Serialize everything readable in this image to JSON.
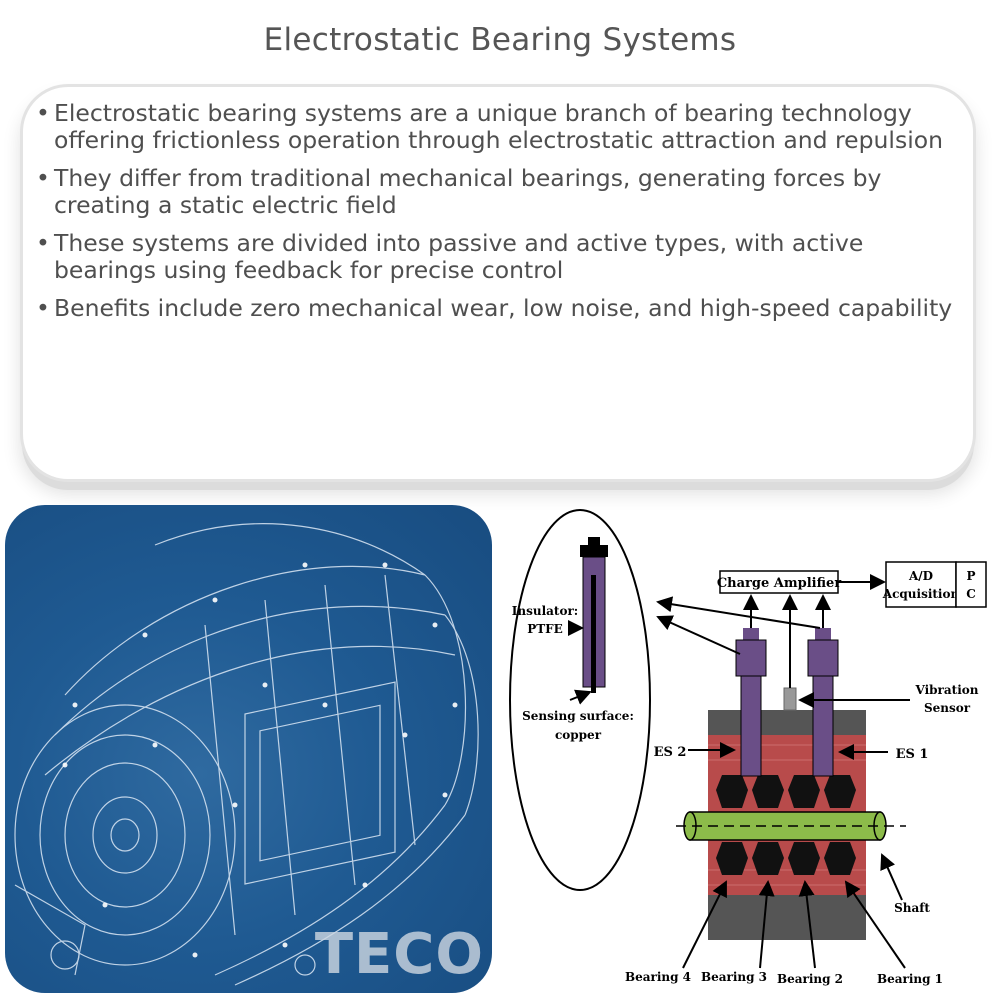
{
  "title": "Electrostatic Bearing Systems",
  "bullets": [
    "Electrostatic bearing systems are a unique branch of bearing technology offering frictionless operation through electrostatic attraction and repulsion",
    "They differ from traditional mechanical bearings, generating forces by creating a static electric field",
    "These systems are divided into passive and active types, with active bearings using feedback for precise control",
    "Benefits include zero mechanical wear, low noise, and high-speed capability"
  ],
  "photo": {
    "logo_text": "TECO"
  },
  "diagram": {
    "charge_amplifier": "Charge Amplifier",
    "ad_line1": "A/D",
    "ad_line2": "Acquisition",
    "pc_line1": "P",
    "pc_line2": "C",
    "insulator_line1": "Insulator:",
    "insulator_line2": "PTFE",
    "sensing_line1": "Sensing surface:",
    "sensing_line2": "copper",
    "vibration_line1": "Vibration",
    "vibration_line2": "Sensor",
    "es2": "ES 2",
    "es1": "ES 1",
    "shaft": "Shaft",
    "bearing4": "Bearing 4",
    "bearing3": "Bearing 3",
    "bearing2": "Bearing 2",
    "bearing1": "Bearing 1"
  },
  "colors": {
    "title": "#555555",
    "text": "#4f4f4f",
    "photo_bg": "#1f5a92",
    "electrode": "#6a4e87",
    "housing": "#555555",
    "band": "#b84b4b",
    "shaft": "#8cbb4a"
  }
}
